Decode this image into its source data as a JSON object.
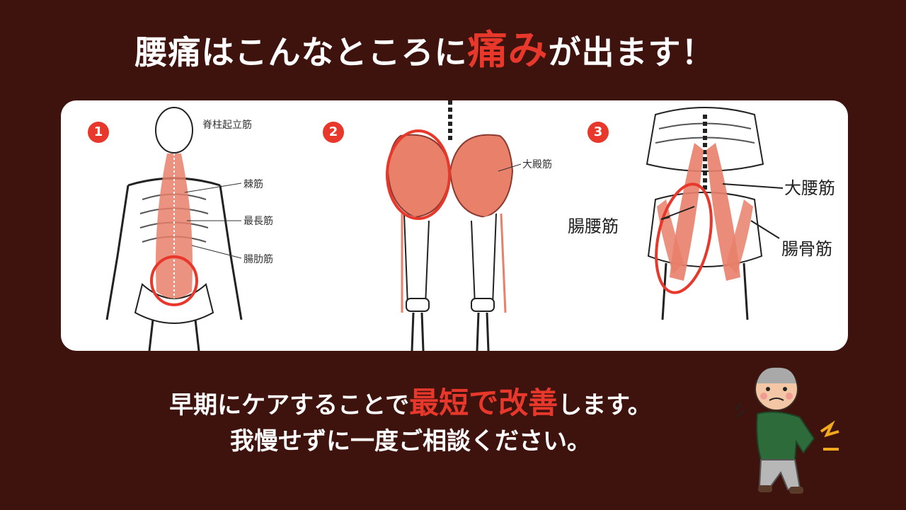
{
  "headline": {
    "part1": "腰痛はこんなところに",
    "highlight": "痛み",
    "part2": "が出ます！"
  },
  "figures": [
    {
      "number": "1",
      "labels": {
        "title": "脊柱起立筋",
        "a": "棘筋",
        "b": "最長筋",
        "c": "腸肋筋"
      }
    },
    {
      "number": "2",
      "labels": {
        "a": "大殿筋"
      }
    },
    {
      "number": "3",
      "labels": {
        "a": "大腰筋",
        "b": "腸腰筋",
        "c": "腸骨筋"
      }
    }
  ],
  "message": {
    "line1_part1": "早期にケアすることで",
    "line1_highlight": "最短で改善",
    "line1_part2": "します。",
    "line2": "我慢せずに一度ご相談ください。"
  },
  "colors": {
    "background": "#3e130d",
    "accent": "#e8372b",
    "muscle": "#e8806a"
  },
  "icons": {
    "illustration": "back-pain-man-icon"
  }
}
